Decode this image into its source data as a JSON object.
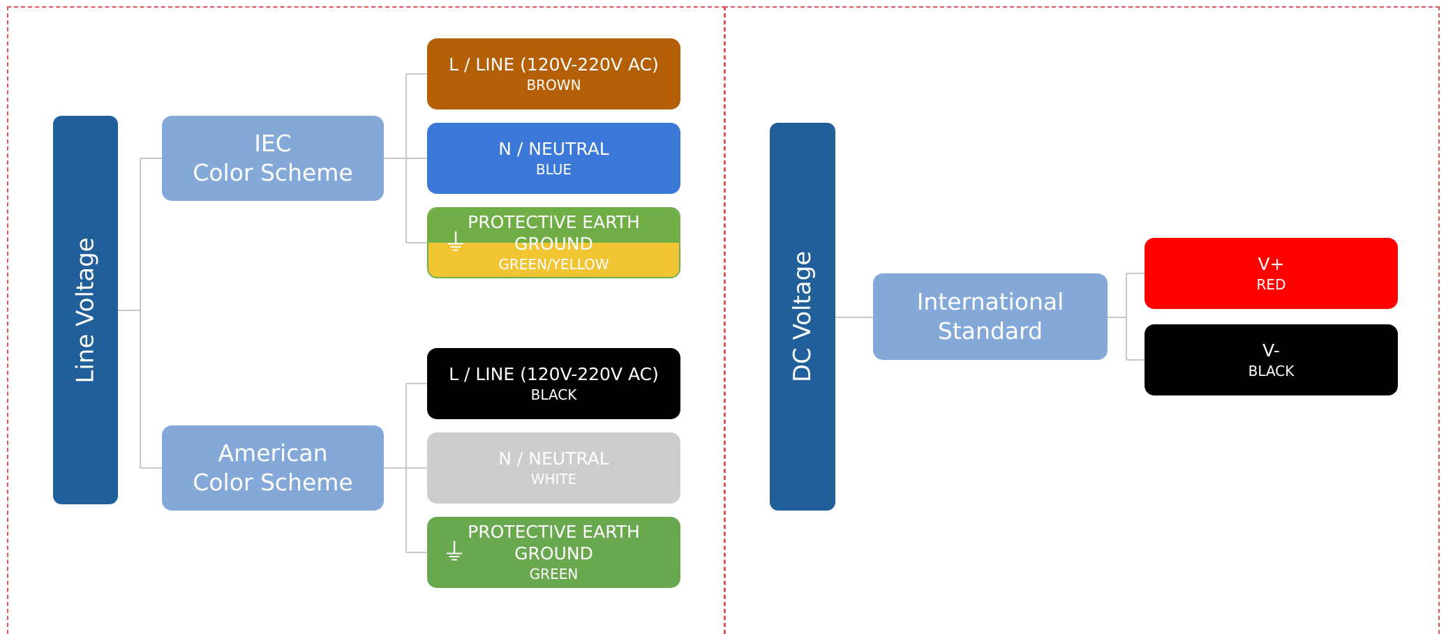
{
  "line_voltage": {
    "title": "Line Voltage",
    "iec": {
      "title_line1": "IEC",
      "title_line2": "Color Scheme",
      "wires": [
        {
          "name": "L / LINE (120V-220V AC)",
          "color_label": "BROWN",
          "fill": "#b45f06"
        },
        {
          "name": "N / NEUTRAL",
          "color_label": "BLUE",
          "fill": "#3c78d8"
        },
        {
          "name_line1": "PROTECTIVE EARTH",
          "name_line2": "GROUND",
          "color_label": "GREEN/YELLOW",
          "fill_top": "#70ad47",
          "fill_bottom": "#f0c433",
          "icon": "ground-icon"
        }
      ]
    },
    "american": {
      "title_line1": "American",
      "title_line2": "Color Scheme",
      "wires": [
        {
          "name": "L / LINE (120V-220V AC)",
          "color_label": "BLACK",
          "fill": "#000000"
        },
        {
          "name": "N / NEUTRAL",
          "color_label": "WHITE",
          "fill": "#cccccc"
        },
        {
          "name_line1": "PROTECTIVE EARTH",
          "name_line2": "GROUND",
          "color_label": "GREEN",
          "fill": "#6aa84f",
          "icon": "ground-icon"
        }
      ]
    }
  },
  "dc_voltage": {
    "title": "DC Voltage",
    "standard": {
      "title_line1": "International",
      "title_line2": "Standard",
      "wires": [
        {
          "name": "V+",
          "color_label": "RED",
          "fill": "#ff0000"
        },
        {
          "name": "V-",
          "color_label": "BLACK",
          "fill": "#000000"
        }
      ]
    }
  },
  "colors": {
    "category_bar": "#215f9b",
    "scheme_box": "#84a9d8",
    "connector": "#c8c8c8",
    "panel_border": "#e05555"
  }
}
